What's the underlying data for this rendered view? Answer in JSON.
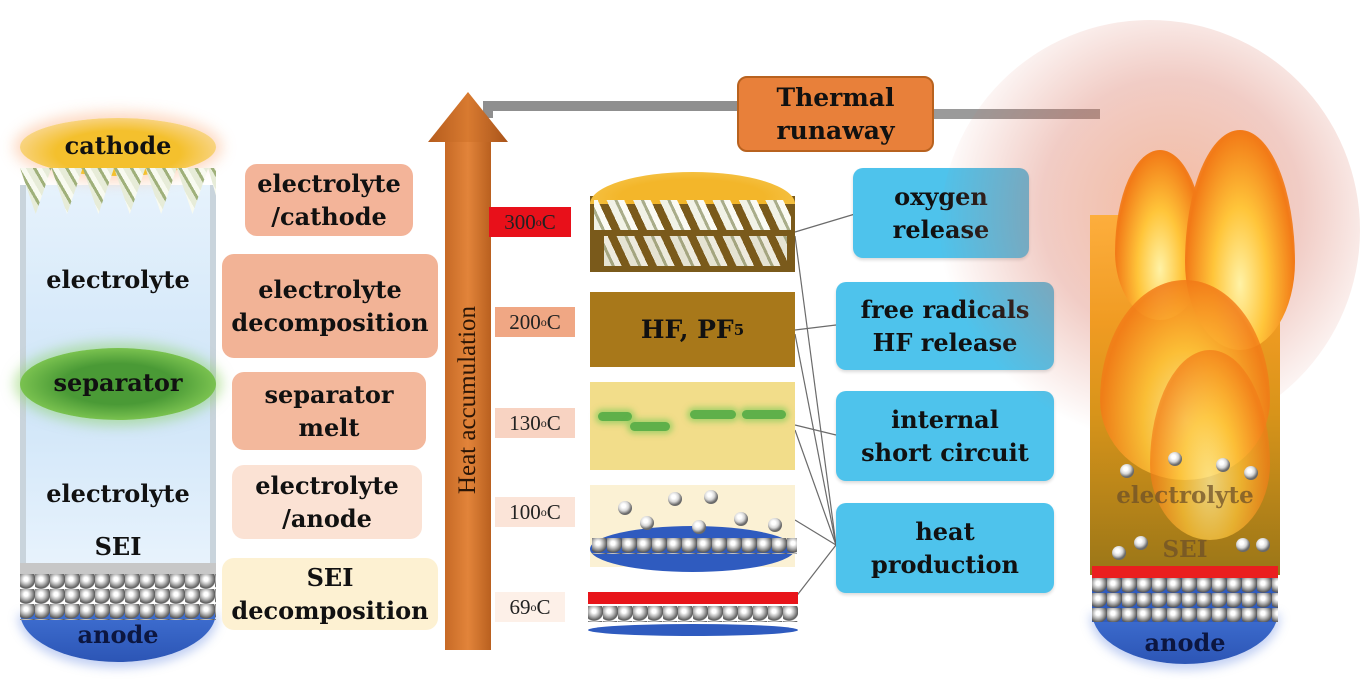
{
  "left_cell": {
    "cathode": "cathode",
    "electrolyte_top": "electrolyte",
    "separator": "separator",
    "electrolyte_bottom": "electrolyte",
    "sei": "SEI",
    "anode": "anode"
  },
  "reactions": [
    {
      "line1": "electrolyte",
      "line2": "/cathode",
      "color": "#f3b499"
    },
    {
      "line1": "electrolyte",
      "line2": "decomposition",
      "color": "#f2b396"
    },
    {
      "line1": "separator",
      "line2": "melt",
      "color": "#f3b89c"
    },
    {
      "line1": "electrolyte",
      "line2": "/anode",
      "color": "#fbe2d4"
    },
    {
      "line1": "SEI",
      "line2": "decomposition",
      "color": "#fdf1d2"
    }
  ],
  "arrow_label": "Heat accumulation",
  "temperatures": [
    {
      "value": "300",
      "unit": "C",
      "color": "#e8101a"
    },
    {
      "value": "200",
      "unit": "C",
      "color": "#f0a784"
    },
    {
      "value": "130",
      "unit": "C",
      "color": "#f8d3c2"
    },
    {
      "value": "100",
      "unit": "C",
      "color": "#fbe4d8"
    },
    {
      "value": "69",
      "unit": "C",
      "color": "#fdf0e8"
    }
  ],
  "degree_symbol": "o",
  "layer_200": {
    "prefix": "HF, PF",
    "subscript": "5"
  },
  "products": [
    {
      "line1": "oxygen",
      "line2": "release"
    },
    {
      "line1": "free radicals",
      "line2": "HF release"
    },
    {
      "line1": "internal",
      "line2": "short circuit"
    },
    {
      "line1": "heat",
      "line2": "production"
    }
  ],
  "thermal_runaway": {
    "line1": "Thermal",
    "line2": "runaway"
  },
  "burning_cell": {
    "electrolyte": "electrolyte",
    "sei": "SEI",
    "anode": "anode"
  },
  "colors": {
    "arrow": "#d87a30",
    "product_box": "#4ec3ec",
    "thermal_runaway_box": "#e8803a"
  }
}
